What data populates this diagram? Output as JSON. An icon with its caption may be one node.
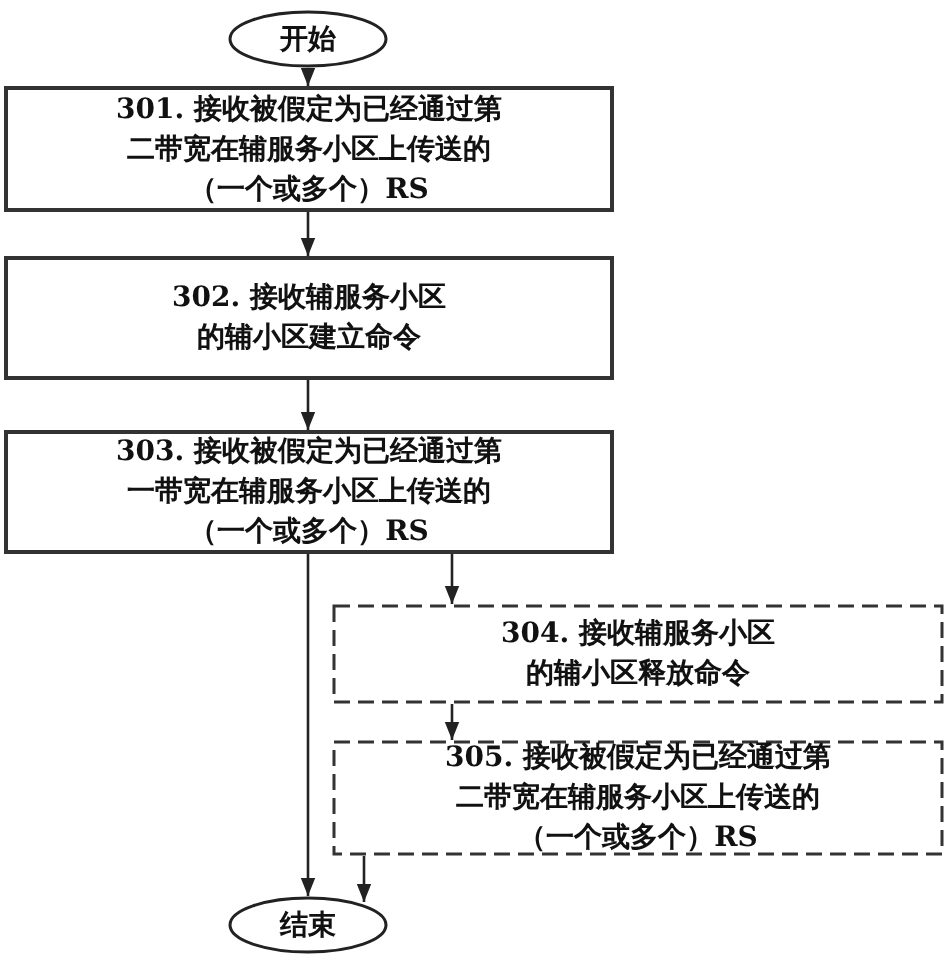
{
  "diagram": {
    "nodes": [
      {
        "text": [
          "开始"
        ]
      },
      {
        "text": [
          "301. 接收被假定为已经通过第二带宽在辅服务小区上传送的（一个或多个）RS"
        ]
      },
      {
        "text": [
          "302. 接收辅服务小区的辅小区建立命令"
        ]
      },
      {
        "text": [
          "303. 接收被假定为已经通过第一带宽在辅服务小区上传送的（一个或多个）RS"
        ]
      },
      {
        "text": [
          "304. 接收辅服务小区的辅小区释放命令"
        ]
      },
      {
        "text": [
          "305. 接收被假定为已经通过第二带宽在辅服务小区上传送的（一个或多个）RS"
        ]
      },
      {
        "text": [
          "结束"
        ]
      }
    ],
    "edges": [
      {
        "from": 0,
        "to": 1,
        "arrow": "to"
      },
      {
        "from": 1,
        "to": 2,
        "arrow": "to"
      },
      {
        "from": 2,
        "to": 3,
        "arrow": "to"
      },
      {
        "from": 3,
        "to": 6,
        "arrow": "to"
      },
      {
        "from": 3,
        "to": 4,
        "arrow": "to"
      },
      {
        "from": 4,
        "to": 5,
        "arrow": "to"
      },
      {
        "from": 5,
        "to": 6,
        "arrow": "to"
      }
    ]
  }
}
